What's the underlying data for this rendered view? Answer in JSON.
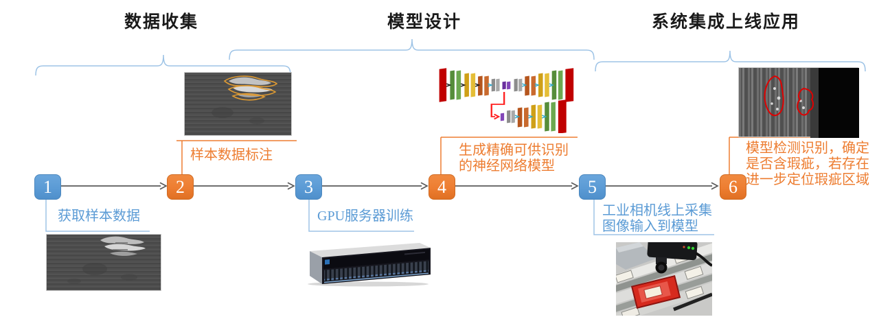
{
  "diagram": {
    "sections": [
      {
        "title": "数据收集"
      },
      {
        "title": "模型设计"
      },
      {
        "title": "系统集成上线应用"
      }
    ],
    "steps": [
      {
        "number": "1",
        "color": "blue",
        "label_lines": [
          "获取样本数据"
        ]
      },
      {
        "number": "2",
        "color": "orange",
        "label_lines": [
          "样本数据标注"
        ]
      },
      {
        "number": "3",
        "color": "blue",
        "label_lines": [
          "GPU服务器训练"
        ]
      },
      {
        "number": "4",
        "color": "orange",
        "label_lines": [
          "生成精确可供识别",
          "的神经网络模型"
        ]
      },
      {
        "number": "5",
        "color": "blue",
        "label_lines": [
          "工业相机线上采集",
          "图像输入到模型"
        ]
      },
      {
        "number": "6",
        "color": "orange",
        "label_lines": [
          "模型检测识别，确定",
          "是否含瑕疵，若存在",
          "进一步定位瑕疵区域"
        ]
      }
    ],
    "images": {
      "raw_sample": "raw-defect-sample-photo",
      "annotated_sample": "annotated-defect-sample-photo",
      "neural_network": "cnn-architecture-diagram",
      "gpu_server": "gpu-server-photo",
      "camera": "industrial-camera-inspection-photo",
      "detection_result": "defect-detection-result-photo"
    },
    "colors": {
      "step_blue": "#5B9BD5",
      "step_orange": "#ED7D31",
      "brace_blue": "#9DC3E6",
      "arrow_gray": "#595959",
      "annotation_orange": "#DE9A33",
      "detection_red": "#E00000"
    }
  }
}
